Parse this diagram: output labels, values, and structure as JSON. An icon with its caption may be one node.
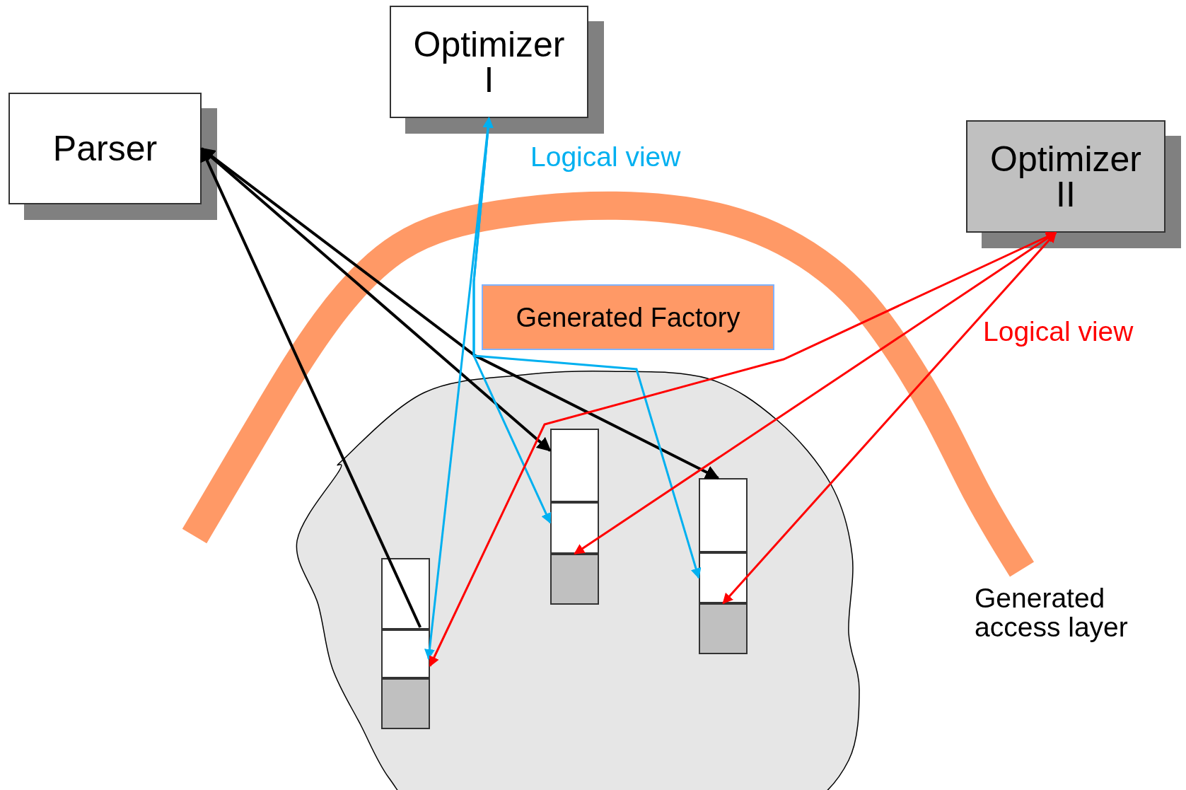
{
  "diagram": {
    "nodes": [
      {
        "text": [
          "Parser"
        ]
      },
      {
        "text": [
          "Optimizer I"
        ]
      },
      {
        "text": [
          "Optimizer II"
        ]
      },
      {
        "text": [
          "Generated Factory"
        ]
      },
      {
        "text": [],
        "shape": "cloud"
      },
      {
        "text": [],
        "shape": "box",
        "in": 4
      },
      {
        "text": [],
        "shape": "box",
        "in": 4
      },
      {
        "text": [],
        "shape": "box",
        "in": 4
      },
      {
        "text": [],
        "shape": "box",
        "in": 4
      },
      {
        "text": [],
        "shape": "box",
        "in": 4
      },
      {
        "text": [],
        "shape": "box",
        "in": 4
      },
      {
        "text": [],
        "shape": "box",
        "in": 4
      },
      {
        "text": [],
        "shape": "box",
        "in": 4
      },
      {
        "text": [],
        "shape": "box",
        "in": 4
      }
    ],
    "edges": [
      {
        "from": 0,
        "to": 8,
        "arrow": "both"
      },
      {
        "from": 0,
        "to": 11,
        "arrow": "both"
      },
      {
        "from": 5,
        "to": 0,
        "arrow": "to"
      },
      {
        "from": 1,
        "to": 6,
        "arrow": "both",
        "color": "#00b0f0"
      },
      {
        "from": 1,
        "to": 9,
        "arrow": "both",
        "color": "#00b0f0"
      },
      {
        "from": 1,
        "to": 12,
        "arrow": "both",
        "color": "#00b0f0"
      },
      {
        "from": 2,
        "to": 9,
        "arrow": "both",
        "color": "#ff0000"
      },
      {
        "from": 2,
        "to": 6,
        "arrow": "both",
        "color": "#ff0000"
      },
      {
        "from": 2,
        "to": 12,
        "arrow": "both",
        "color": "#ff0000"
      }
    ],
    "labels": [
      "Logical view",
      "Logical view",
      "Generated access layer"
    ]
  }
}
